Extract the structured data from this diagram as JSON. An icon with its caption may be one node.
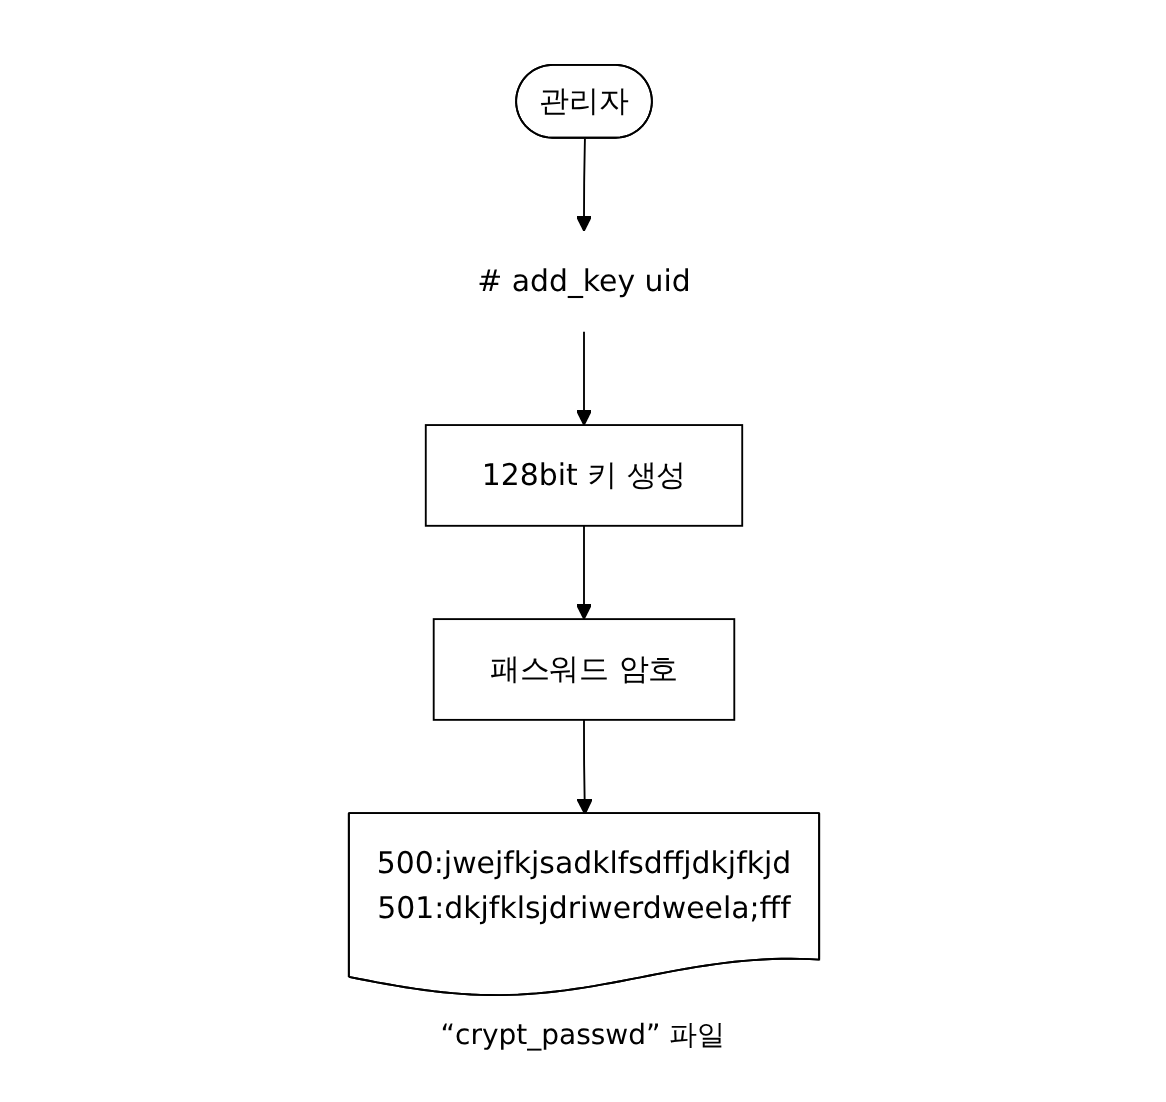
{
  "diagram": {
    "nodes": [
      {
        "text": [
          "관리자"
        ]
      },
      {
        "text": [
          "# add_key uid"
        ]
      },
      {
        "text": [
          "128bit 키 생성"
        ]
      },
      {
        "text": [
          "패스워드 암호"
        ]
      },
      {
        "text": [
          "500:jwejfkjsadklfsdffjdkjfkjd",
          "501:dkjfklsjdriwerdweela;fff"
        ],
        "beside": [
          "“crypt_passwd” 파일"
        ]
      }
    ],
    "edges": [
      {
        "from": 0,
        "to": 1,
        "arrow": "to"
      },
      {
        "from": 1,
        "to": 2,
        "arrow": "to"
      },
      {
        "from": 2,
        "to": 3,
        "arrow": "to"
      },
      {
        "from": 3,
        "to": 4,
        "arrow": "to"
      }
    ]
  }
}
